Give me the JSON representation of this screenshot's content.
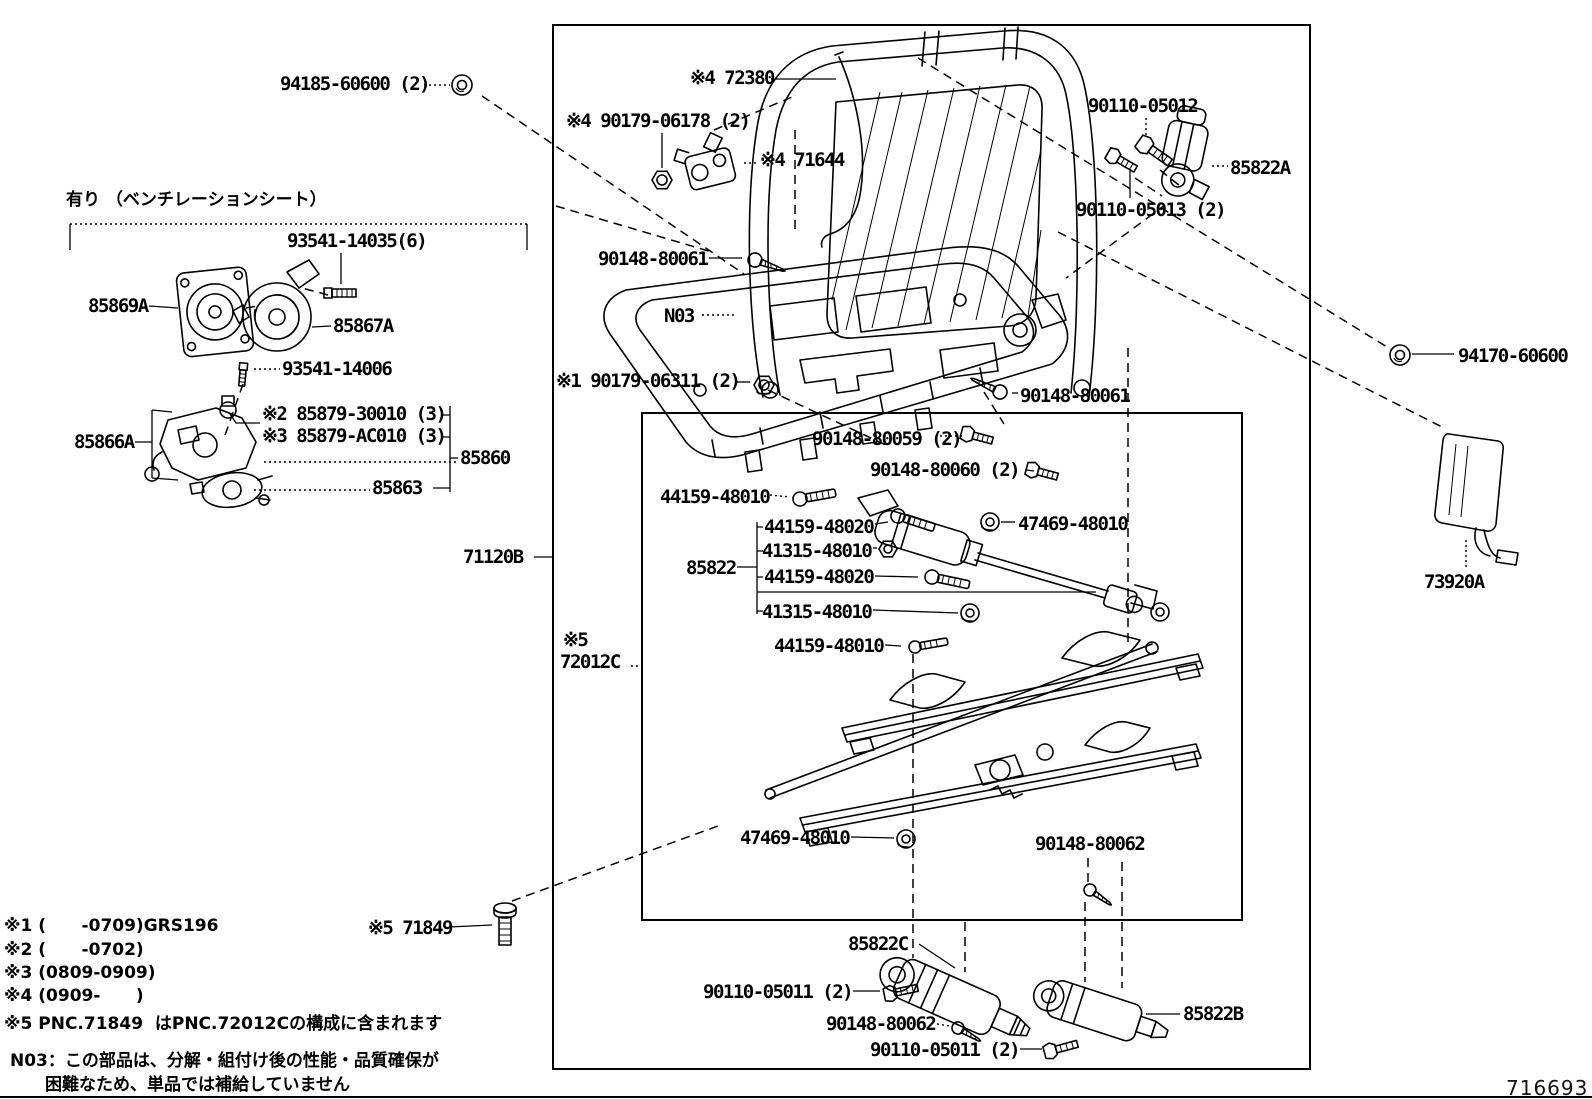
{
  "diagram": {
    "vent_header": "有り （ベンチレーションシート）",
    "figure_number": "716693",
    "labels": {
      "l94185": "94185-60600 (2)",
      "l93541_14035": "93541-14035(6)",
      "l85869A": "85869A",
      "l85867A": "85867A",
      "l93541_14006": "93541-14006",
      "l85879_30010": "※2 85879-30010 (3)",
      "l85879_AC010": "※3 85879-AC010 (3)",
      "l85866A": "85866A",
      "l85860": "85860",
      "l85863": "85863",
      "l71120B": "71120B",
      "l72380": "※4 72380",
      "l90179_06178": "※4 90179-06178 (2)",
      "l71644": "※4 71644",
      "l90110_05012": "90110-05012",
      "l85822A": "85822A",
      "l90110_05013": "90110-05013 (2)",
      "l90148_80061a": "90148-80061",
      "lN03": "N03",
      "l90179_06311": "※1 90179-06311 (2)",
      "l90148_80061b": "90148-80061",
      "l94170": "94170-60600",
      "l73920A": "73920A",
      "l90148_80059": "90148-80059 (2)",
      "l90148_80060": "90148-80060 (2)",
      "l44159_48010a": "44159-48010",
      "l44159_48020a": "44159-48020",
      "l47469_48010a": "47469-48010",
      "l41315_48010a": "41315-48010",
      "l85822": "85822",
      "l44159_48020b": "44159-48020",
      "l41315_48010b": "41315-48010",
      "l44159_48010b": "44159-48010",
      "l72012C_mark": "※5",
      "l72012C": "72012C",
      "l47469_48010b": "47469-48010",
      "l90148_80062a": "90148-80062",
      "l71849": "※5 71849",
      "l85822C": "85822C",
      "l90110_05011a": "90110-05011 (2)",
      "l90148_80062b": "90148-80062",
      "l90110_05011b": "90110-05011 (2)",
      "l85822B": "85822B"
    },
    "notes": {
      "n1": "※1 (      -0709)GRS196",
      "n2": "※2 (      -0702)",
      "n3": "※3 (0809-0909)",
      "n4": "※4 (0909-      )",
      "n5": "※5 PNC.71849  はPNC.72012Cの構成に含まれます",
      "n03_line1": "N03：この部品は、分解・組付け後の性能・品質確保が",
      "n03_line2": "困難なため、単品では補給していません"
    }
  }
}
